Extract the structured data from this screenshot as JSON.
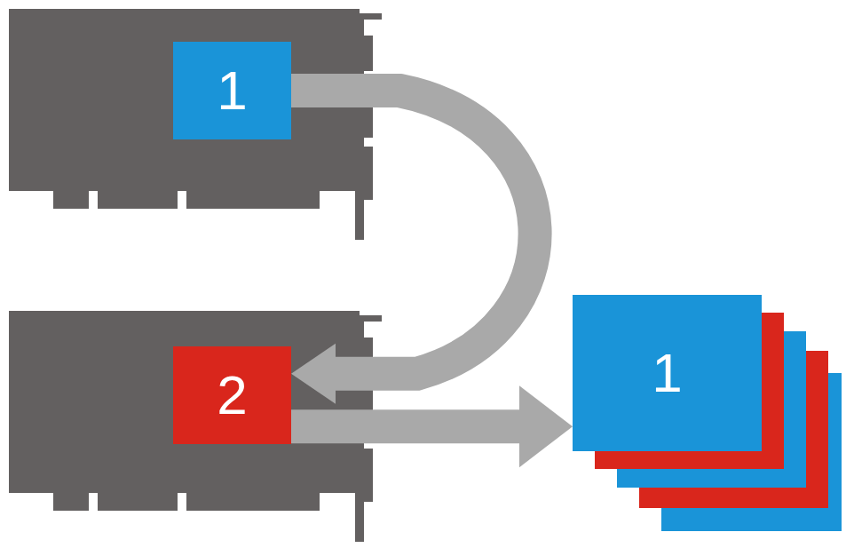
{
  "diagram": {
    "nodes": [
      {
        "text": [
          "1"
        ]
      },
      {
        "text": [
          "2"
        ]
      },
      {
        "text": [
          "1"
        ]
      }
    ],
    "edges": [
      {
        "from": 0,
        "to": 1,
        "arrow": "to"
      },
      {
        "from": 1,
        "to": 2,
        "arrow": "to"
      }
    ]
  }
}
